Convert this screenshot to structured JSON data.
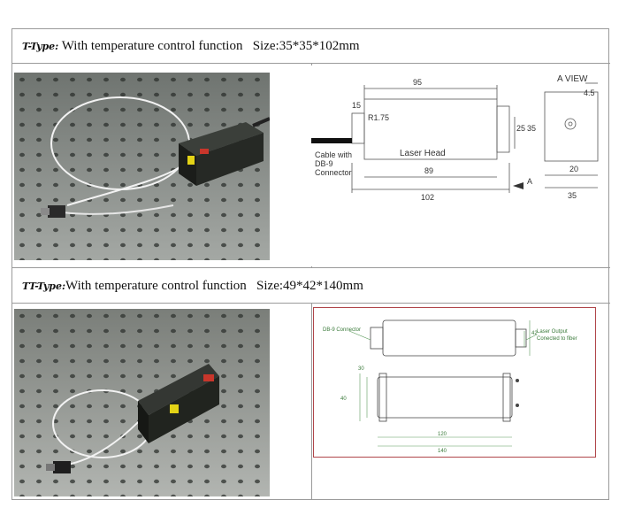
{
  "section1": {
    "type_label": "T-Type:",
    "description": " With temperature control function",
    "size": "Size:35*35*102mm",
    "drawing": {
      "view_label": "A VIEW",
      "dim_top": "95",
      "dim_15": "15",
      "dim_radius": "R1.75",
      "dim_25": "25",
      "dim_35_side": "35",
      "dim_45": "4.5",
      "dim_89": "89",
      "dim_102": "102",
      "dim_20": "20",
      "dim_35_bottom": "35",
      "arrow_label": "A",
      "laser_head": "Laser Head",
      "cable_line1": "Cable with",
      "cable_line2": "DB-9",
      "cable_line3": "Connector"
    }
  },
  "section2": {
    "type_label": "TT-Type:",
    "description": "With temperature control function",
    "size": "Size:49*42*140mm",
    "drawing": {
      "db9": "DB-9 Connector",
      "output_line1": "Laser Output",
      "output_line2": "Conected to fiber",
      "dim_120": "120",
      "dim_140": "140",
      "dim_40": "40",
      "dim_30": "30",
      "dim_42": "42"
    }
  }
}
